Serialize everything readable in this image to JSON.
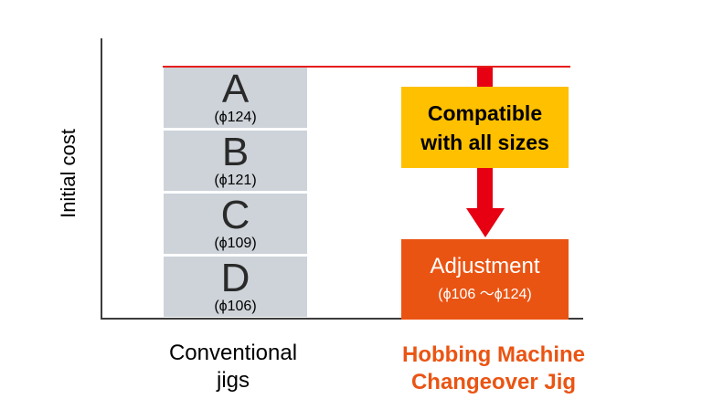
{
  "y_axis_label": "Initial cost",
  "conventional": {
    "segments": [
      {
        "letter": "A",
        "diameter": "(ϕ124)"
      },
      {
        "letter": "B",
        "diameter": "(ϕ121)"
      },
      {
        "letter": "C",
        "diameter": "(ϕ109)"
      },
      {
        "letter": "D",
        "diameter": "(ϕ106)"
      }
    ],
    "label": "Conventional\njigs"
  },
  "hobbing": {
    "compat_text": "Compatible\nwith all sizes",
    "adjust_title": "Adjustment",
    "adjust_range": "(ϕ106 ～ϕ124)",
    "label": "Hobbing Machine\nChangeover Jig"
  },
  "colors": {
    "segment_fill": "#cdd3d9",
    "top_line": "#e61e1e",
    "arrow": "#e60012",
    "compat_box": "#ffc000",
    "adjust_box": "#ea5413",
    "hobbing_label": "#ea5413"
  }
}
